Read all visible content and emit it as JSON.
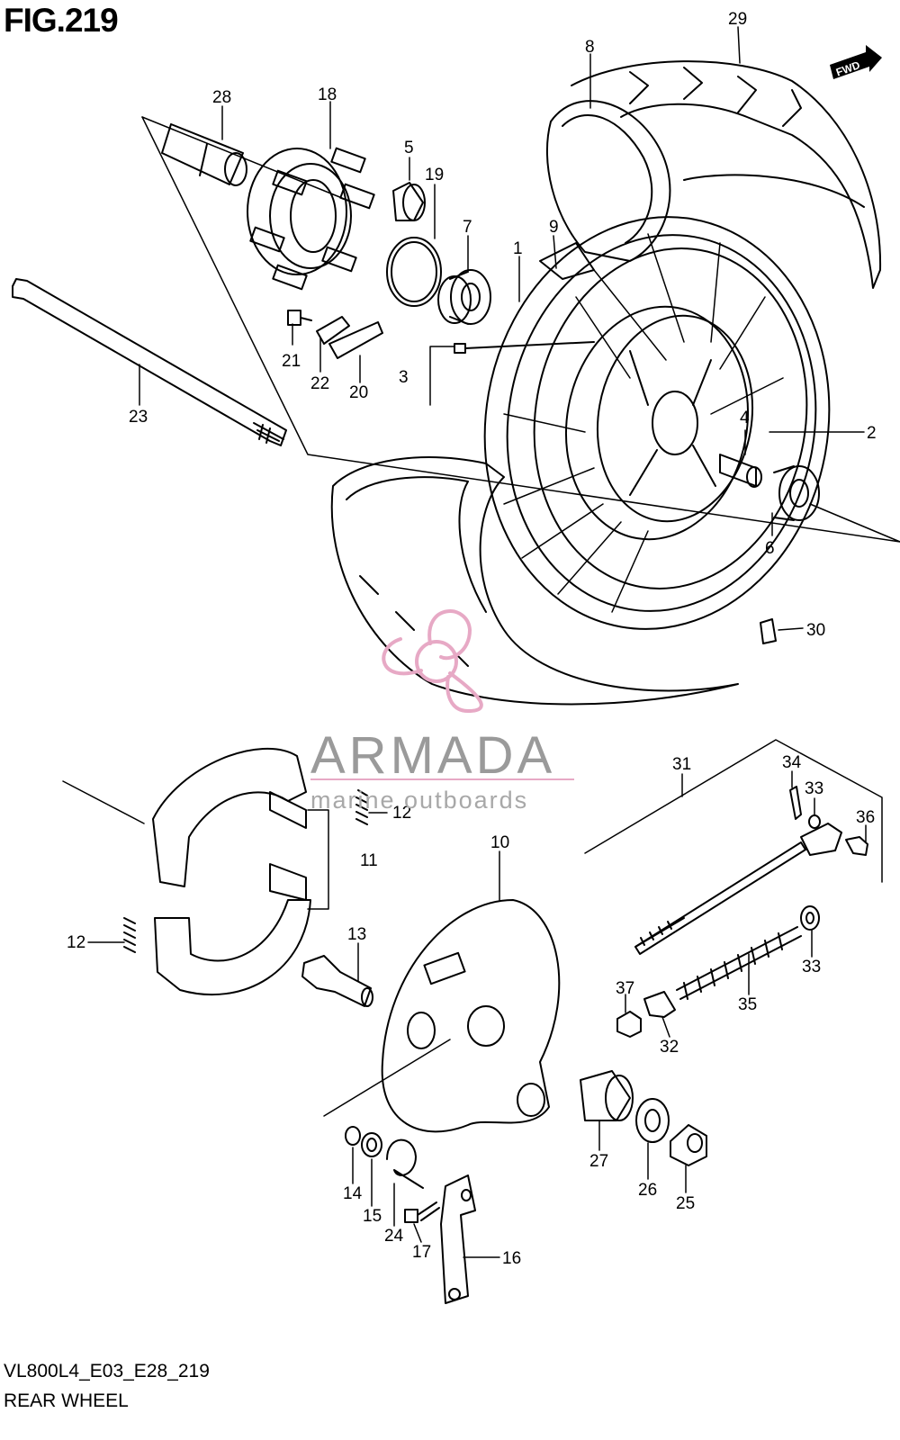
{
  "figure": {
    "title": "FIG.219",
    "model_code": "VL800L4_E03_E28_219",
    "section_name": "REAR WHEEL"
  },
  "direction_badge": {
    "text": "FWD",
    "icon": "fwd-arrow-icon"
  },
  "watermark": {
    "brand": "ARMADA",
    "tagline": "marine outboards",
    "logo_icon": "propeller-icon",
    "logo_color": "#e7a9c5"
  },
  "callouts": {
    "p1": "1",
    "p2": "2",
    "p3": "3",
    "p4": "4",
    "p5": "5",
    "p6": "6",
    "p7": "7",
    "p8": "8",
    "p9": "9",
    "p10": "10",
    "p11": "11",
    "p12a": "12",
    "p12b": "12",
    "p13": "13",
    "p14": "14",
    "p15": "15",
    "p16": "16",
    "p17": "17",
    "p18": "18",
    "p19": "19",
    "p20": "20",
    "p21": "21",
    "p22": "22",
    "p23": "23",
    "p24": "24",
    "p25": "25",
    "p26": "26",
    "p27": "27",
    "p28": "28",
    "p29": "29",
    "p30": "30",
    "p31": "31",
    "p32": "32",
    "p33a": "33",
    "p33b": "33",
    "p34": "34",
    "p35": "35",
    "p36": "36",
    "p37": "37"
  }
}
